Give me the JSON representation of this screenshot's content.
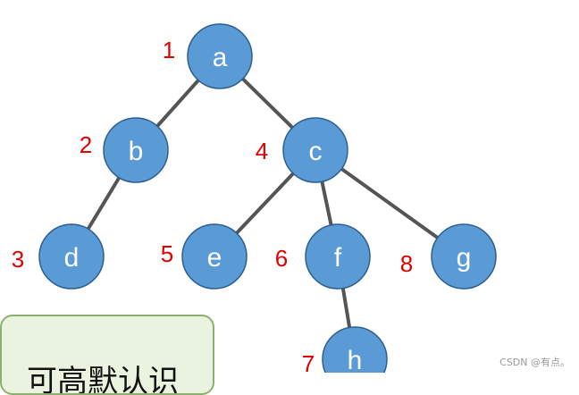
{
  "nodes": [
    {
      "id": "a",
      "label": "a",
      "order": "1"
    },
    {
      "id": "b",
      "label": "b",
      "order": "2"
    },
    {
      "id": "c",
      "label": "c",
      "order": "4"
    },
    {
      "id": "d",
      "label": "d",
      "order": "3"
    },
    {
      "id": "e",
      "label": "e",
      "order": "5"
    },
    {
      "id": "f",
      "label": "f",
      "order": "6"
    },
    {
      "id": "g",
      "label": "g",
      "order": "8"
    },
    {
      "id": "h",
      "label": "h",
      "order": "7"
    }
  ],
  "edges": [
    [
      "a",
      "b"
    ],
    [
      "a",
      "c"
    ],
    [
      "b",
      "d"
    ],
    [
      "c",
      "e"
    ],
    [
      "c",
      "f"
    ],
    [
      "c",
      "g"
    ],
    [
      "f",
      "h"
    ]
  ],
  "caption": {
    "text": "可高默认识"
  },
  "watermark": "CSDN @有点。",
  "colors": {
    "node_fill": "#5b9bd5",
    "node_stroke": "#2e5f8f",
    "edge": "#555555",
    "order_label": "#e00000",
    "node_text": "#ffffff"
  }
}
